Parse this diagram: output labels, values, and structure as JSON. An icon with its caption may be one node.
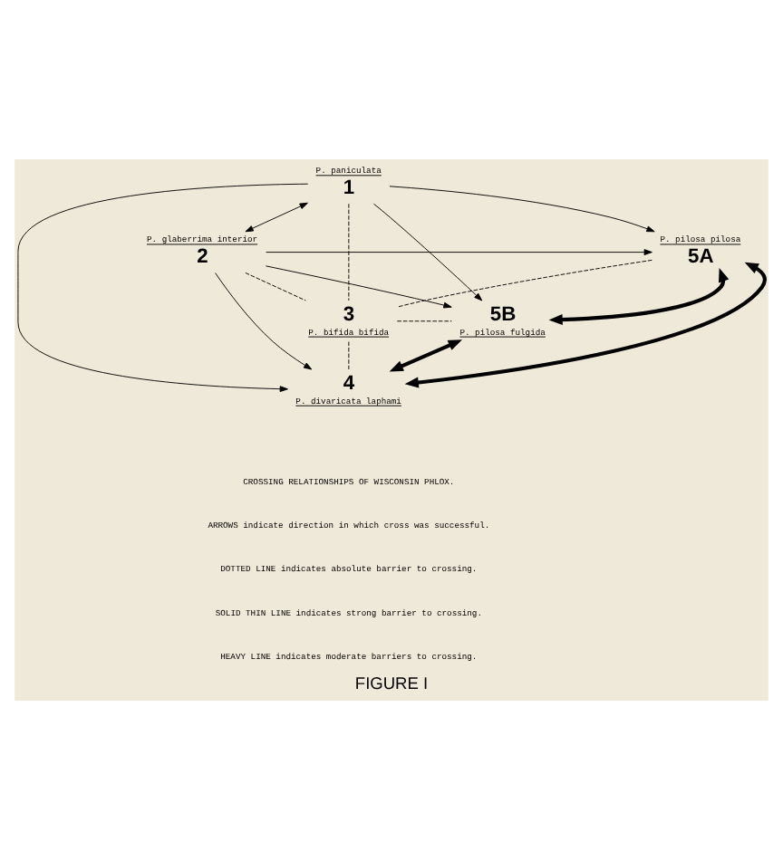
{
  "diagram": {
    "caption": "FIGURE I",
    "nodes": [
      {
        "text": [
          "1"
        ],
        "beside": [
          "P. paniculata"
        ]
      },
      {
        "text": [
          "2"
        ],
        "beside": [
          "P. glaberrima interior"
        ]
      },
      {
        "text": [
          "5A"
        ],
        "beside": [
          "P. pilosa pilosa"
        ]
      },
      {
        "text": [
          "3"
        ],
        "beside": [
          "P. bifida bifida"
        ]
      },
      {
        "text": [
          "5B"
        ],
        "beside": [
          "P. pilosa fulgida"
        ]
      },
      {
        "text": [
          "4"
        ],
        "beside": [
          "P. divaricata laphami"
        ]
      }
    ],
    "edges": [
      {
        "from": 0,
        "to": 1,
        "arrow": "both"
      },
      {
        "from": 0,
        "to": 3,
        "arrow": "none",
        "style": "dashed"
      },
      {
        "from": 0,
        "to": 5,
        "arrow": "to"
      },
      {
        "from": 0,
        "to": 2,
        "arrow": "to"
      },
      {
        "from": 0,
        "to": 4,
        "arrow": "to"
      },
      {
        "from": 1,
        "to": 2,
        "arrow": "to"
      },
      {
        "from": 1,
        "to": 3,
        "arrow": "none",
        "style": "dashed"
      },
      {
        "from": 1,
        "to": 5,
        "arrow": "to"
      },
      {
        "from": 1,
        "to": 4,
        "arrow": "to"
      },
      {
        "from": 3,
        "to": 2,
        "arrow": "none",
        "style": "dashed"
      },
      {
        "from": 3,
        "to": 4,
        "arrow": "none",
        "style": "dashed"
      },
      {
        "from": 3,
        "to": 5,
        "arrow": "none",
        "style": "dashed"
      },
      {
        "from": 5,
        "to": 2,
        "arrow": "both",
        "style": "thick"
      },
      {
        "from": 2,
        "to": 4,
        "arrow": "both",
        "style": "thick"
      },
      {
        "from": 5,
        "to": 4,
        "arrow": "both",
        "style": "thick"
      }
    ],
    "labels": [
      "CROSSING RELATIONSHIPS OF WISCONSIN PHLOX.",
      "ARROWS indicate direction in which cross was successful.",
      "DOTTED LINE indicates absolute barrier to crossing.",
      "SOLID THIN LINE indicates strong barrier to crossing.",
      "HEAVY LINE indicates moderate barriers to crossing."
    ]
  }
}
